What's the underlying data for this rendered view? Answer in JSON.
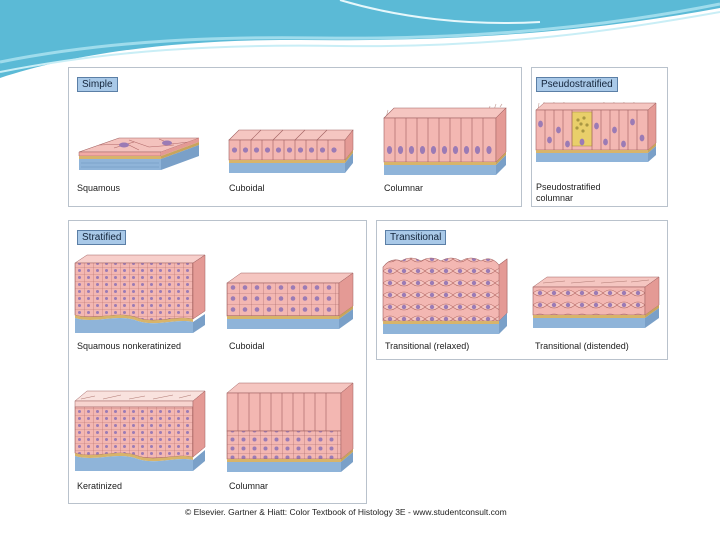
{
  "colors": {
    "accent_teal": "#5bbad6",
    "tag_fill": "#a9c9e8",
    "cell_pink": "#f2b4b0",
    "nucleus_purple": "#9b7bb5",
    "basement_blue": "#8fb4d9",
    "lamina_gold": "#d8b46a"
  },
  "panels": {
    "simple": {
      "tag": "Simple",
      "captions": [
        "Squamous",
        "Cuboidal",
        "Columnar"
      ]
    },
    "pseudostratified": {
      "tag": "Pseudostratified",
      "caption_lines": [
        "Pseudostratified",
        "columnar"
      ]
    },
    "stratified": {
      "tag": "Stratified",
      "captions": [
        "Squamous nonkeratinized",
        "Cuboidal",
        "Keratinized",
        "Columnar"
      ]
    },
    "transitional": {
      "tag": "Transitional",
      "captions": [
        "Transitional (relaxed)",
        "Transitional (distended)"
      ]
    }
  },
  "credit": "© Elsevier. Gartner & Hiatt: Color Textbook of Histology 3E - www.studentconsult.com"
}
